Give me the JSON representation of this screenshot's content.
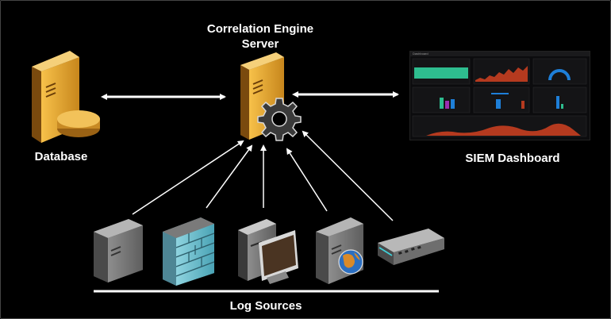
{
  "title": {
    "line1": "Correlation Engine",
    "line2": "Server"
  },
  "nodes": {
    "database": "Database",
    "siem": "SIEM Dashboard",
    "log_sources": "Log Sources"
  },
  "dashboard": {
    "header": "Dashboard"
  },
  "log_source_icons": [
    "server-icon",
    "firewall-icon",
    "workstation-icon",
    "web-server-icon",
    "network-switch-icon"
  ],
  "colors": {
    "background": "#000000",
    "server_gold": "#e0a12e",
    "arrow": "#ffffff",
    "dash_teal": "#2ebd8f",
    "dash_red": "#b53a1f",
    "dash_purple": "#9b2fb0",
    "dash_blue": "#1e7fd8"
  }
}
